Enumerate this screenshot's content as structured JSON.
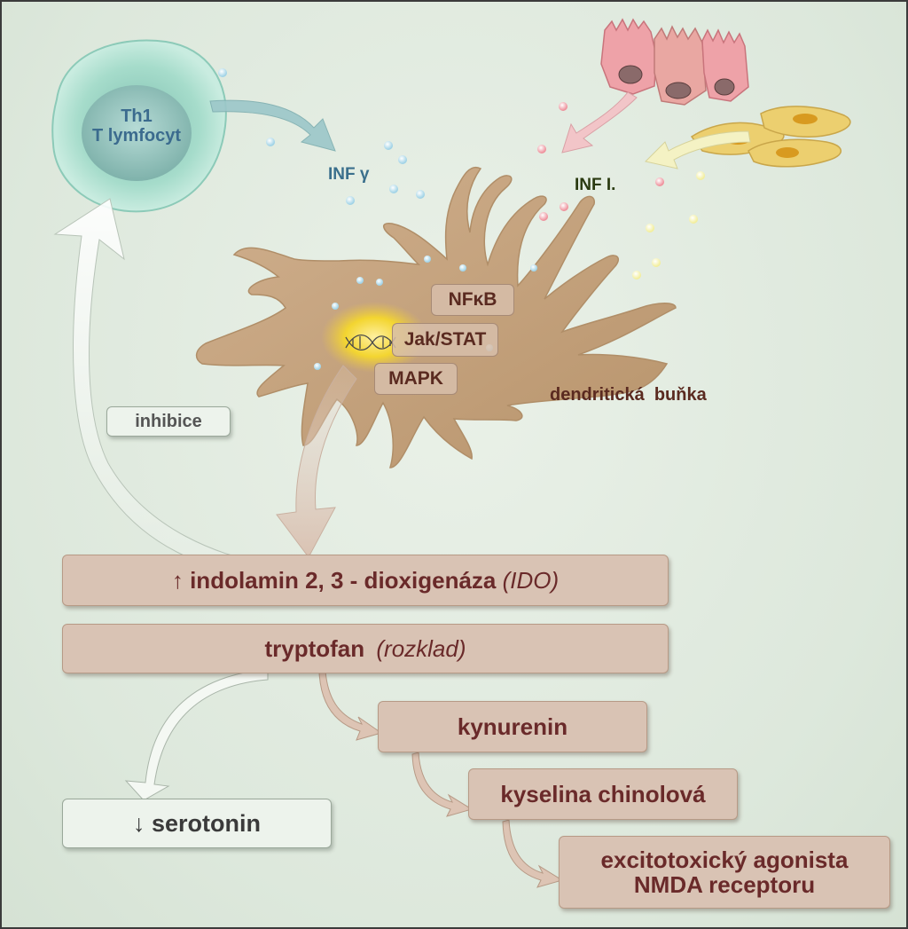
{
  "t_cell": {
    "line1": "Th1",
    "line2": "T lymfocyt"
  },
  "cytokines": {
    "inf_gamma": "INF γ",
    "inf_type1": "INF I."
  },
  "dendritic_cell_label": "dendritická  buňka",
  "pathways": [
    "NFκB",
    "Jak/STAT",
    "MAPK"
  ],
  "inhibition_label": "inhibice",
  "ido": {
    "arrow": "↑",
    "text": " indolamin 2, 3 - dioxigenáza ",
    "abbr": "(IDO)"
  },
  "tryptophan": {
    "text": "tryptofan ",
    "note": "(rozklad)"
  },
  "kynurenine": "kynurenin",
  "quinolinic_acid": "kyselina chinolová",
  "nmda": {
    "line1": "excitotoxický agonista",
    "line2": "NMDA receptoru"
  },
  "serotonin": {
    "arrow": "↓",
    "text": " serotonin"
  },
  "colors": {
    "background": "#dfe9df",
    "t_cell": "#9fd4c4",
    "dendritic_cell": "#c9a883",
    "nucleus_glow": "#f3d530",
    "box_fill": "#d9c3b4",
    "box_text": "#6a2a2a",
    "inf_gamma_text": "#3a6f8c",
    "inf_type1_text": "#2a3a10"
  }
}
